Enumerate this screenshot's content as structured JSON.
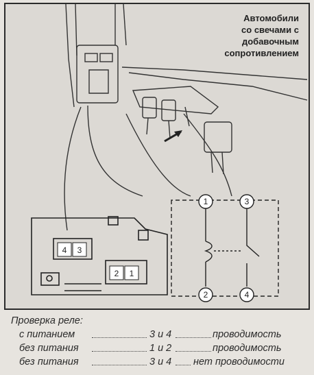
{
  "figure": {
    "caption_lines": [
      "Автомобили",
      "со свечами с",
      "добавочным",
      "сопротивлением"
    ],
    "connector_terminals": [
      "4",
      "3",
      "2",
      "1"
    ],
    "schematic_terminals": [
      "1",
      "3",
      "2",
      "4"
    ]
  },
  "notes": {
    "title": "Проверка реле:",
    "rows": [
      {
        "condition": "с питанием",
        "terminals": "3 и 4",
        "result": "проводимость"
      },
      {
        "condition": "без питания",
        "terminals": "1 и 2",
        "result": "проводимость"
      },
      {
        "condition": "без питания",
        "terminals": "3 и 4",
        "result": "нет проводимости"
      }
    ]
  }
}
